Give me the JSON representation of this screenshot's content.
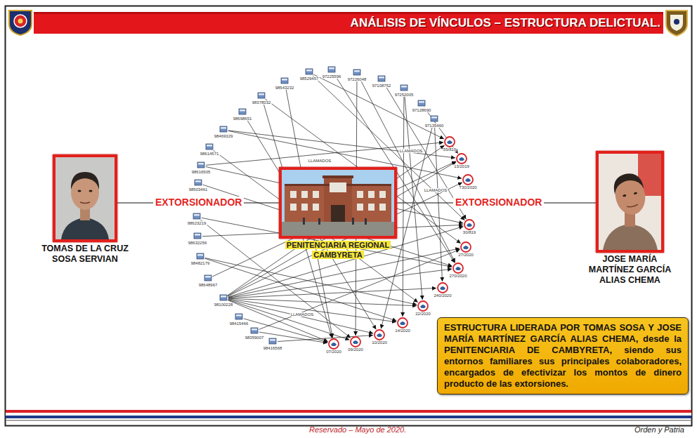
{
  "diagram": {
    "title": "ANÁLISIS DE VÍNCULOS – ESTRUCTURA DELICTUAL.",
    "nodes": [
      {
        "text": [
          "TOMAS DE LA CRUZ SOSA SERVIAN"
        ]
      },
      {
        "text": [
          "PENITENCIARIA REGIONAL CAMBYRETA"
        ]
      },
      {
        "text": [
          "JOSE MARÍA MARTÍNEZ GARCÍA ALIAS CHEMA"
        ]
      },
      {
        "text": [
          "ESTRUCTURA LIDERADA POR TOMAS SOSA Y JOSE MARÍA MARTÍNEZ GARCÍA ALIAS CHEMA, desde la PENITENCIARIA DE CAMBYRETA, siendo sus entornos familiares sus principales colaboradores, encargados de efectivizar los montos de dinero producto de las extorsiones."
        ]
      }
    ],
    "edges": [
      {
        "from": 0,
        "to": 1,
        "arrow": "none",
        "label": "EXTORSIONADOR"
      },
      {
        "from": 2,
        "to": 1,
        "arrow": "none",
        "label": "EXTORSIONADOR"
      }
    ],
    "labels": [
      "98529457",
      "97225596",
      "97226048",
      "97108752",
      "97252005",
      "97128690",
      "97135460",
      "98543232",
      "98378032",
      "98698651",
      "98469329",
      "98614571",
      "98616505",
      "98503461",
      "98623219",
      "98632256",
      "98482179",
      "98648967",
      "98100228",
      "98415466",
      "98359007",
      "98416568",
      "55/819",
      "13/2019",
      "T30/2020",
      "30/819",
      "27/2020",
      "270/2020",
      "240/2020",
      "22/2020",
      "14/2020",
      "10/2020",
      "09/2020",
      "07/2020",
      "LLAMADOS",
      "LLAMADOS",
      "LLAMADOS",
      "LLAMADOS",
      "Reservado – Mayo de 2020.",
      "Orden y Patria"
    ]
  }
}
